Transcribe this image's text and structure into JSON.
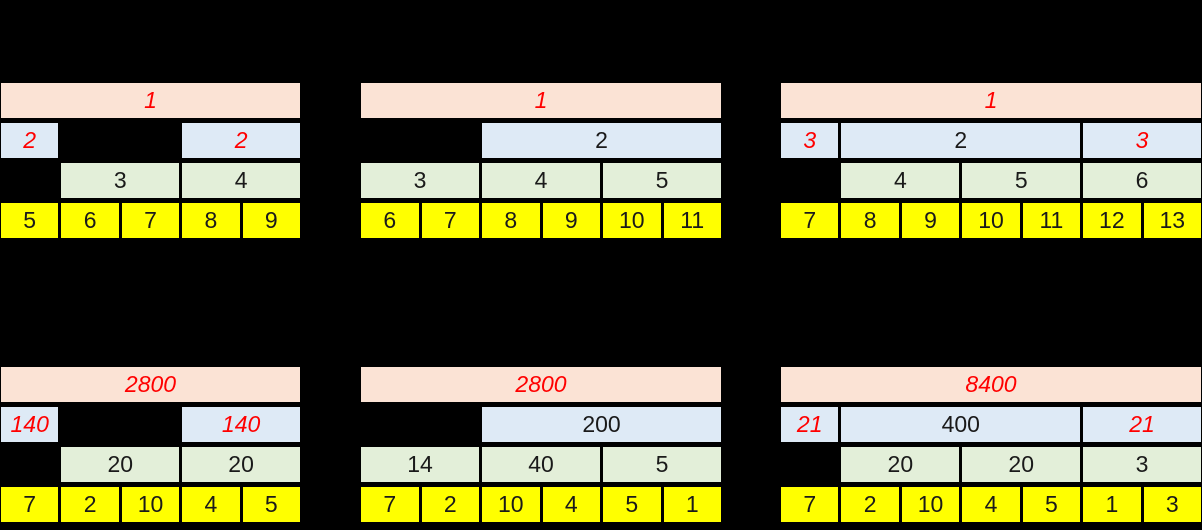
{
  "colors": {
    "pink": "#fbe3d5",
    "blue": "#deeaf6",
    "green": "#e3efd9",
    "yellow": "#ffff00",
    "black": "#000000",
    "red_text": "#ff0000",
    "dark_text": "#1a1a1a",
    "background": "#000000"
  },
  "tables": [
    {
      "name": "top-left",
      "columns": 5,
      "rows": [
        {
          "cells": [
            {
              "span": 5,
              "color": "pink",
              "text": "1",
              "red": true
            }
          ]
        },
        {
          "cells": [
            {
              "span": 1,
              "color": "blue",
              "text": "2",
              "red": true
            },
            {
              "span": 2,
              "color": "black",
              "text": ""
            },
            {
              "span": 2,
              "color": "blue",
              "text": "2",
              "red": true
            }
          ]
        },
        {
          "cells": [
            {
              "span": 1,
              "color": "black",
              "text": ""
            },
            {
              "span": 2,
              "color": "green",
              "text": "3"
            },
            {
              "span": 2,
              "color": "green",
              "text": "4"
            }
          ]
        },
        {
          "cells": [
            {
              "span": 1,
              "color": "yellow",
              "text": "5"
            },
            {
              "span": 1,
              "color": "yellow",
              "text": "6"
            },
            {
              "span": 1,
              "color": "yellow",
              "text": "7"
            },
            {
              "span": 1,
              "color": "yellow",
              "text": "8"
            },
            {
              "span": 1,
              "color": "yellow",
              "text": "9"
            }
          ]
        }
      ]
    },
    {
      "name": "top-middle",
      "columns": 6,
      "rows": [
        {
          "cells": [
            {
              "span": 6,
              "color": "pink",
              "text": "1",
              "red": true
            }
          ]
        },
        {
          "cells": [
            {
              "span": 2,
              "color": "black",
              "text": ""
            },
            {
              "span": 4,
              "color": "blue",
              "text": "2"
            }
          ]
        },
        {
          "cells": [
            {
              "span": 2,
              "color": "green",
              "text": "3"
            },
            {
              "span": 2,
              "color": "green",
              "text": "4"
            },
            {
              "span": 2,
              "color": "green",
              "text": "5"
            }
          ]
        },
        {
          "cells": [
            {
              "span": 1,
              "color": "yellow",
              "text": "6"
            },
            {
              "span": 1,
              "color": "yellow",
              "text": "7"
            },
            {
              "span": 1,
              "color": "yellow",
              "text": "8"
            },
            {
              "span": 1,
              "color": "yellow",
              "text": "9"
            },
            {
              "span": 1,
              "color": "yellow",
              "text": "10"
            },
            {
              "span": 1,
              "color": "yellow",
              "text": "11"
            }
          ]
        }
      ]
    },
    {
      "name": "top-right",
      "columns": 7,
      "rows": [
        {
          "cells": [
            {
              "span": 7,
              "color": "pink",
              "text": "1",
              "red": true
            }
          ]
        },
        {
          "cells": [
            {
              "span": 1,
              "color": "blue",
              "text": "3",
              "red": true
            },
            {
              "span": 4,
              "color": "blue",
              "text": "2"
            },
            {
              "span": 2,
              "color": "blue",
              "text": "3",
              "red": true
            }
          ]
        },
        {
          "cells": [
            {
              "span": 1,
              "color": "black",
              "text": ""
            },
            {
              "span": 2,
              "color": "green",
              "text": "4"
            },
            {
              "span": 2,
              "color": "green",
              "text": "5"
            },
            {
              "span": 2,
              "color": "green",
              "text": "6"
            }
          ]
        },
        {
          "cells": [
            {
              "span": 1,
              "color": "yellow",
              "text": "7"
            },
            {
              "span": 1,
              "color": "yellow",
              "text": "8"
            },
            {
              "span": 1,
              "color": "yellow",
              "text": "9"
            },
            {
              "span": 1,
              "color": "yellow",
              "text": "10"
            },
            {
              "span": 1,
              "color": "yellow",
              "text": "11"
            },
            {
              "span": 1,
              "color": "yellow",
              "text": "12"
            },
            {
              "span": 1,
              "color": "yellow",
              "text": "13"
            }
          ]
        }
      ]
    },
    {
      "name": "bottom-left",
      "columns": 5,
      "rows": [
        {
          "cells": [
            {
              "span": 5,
              "color": "pink",
              "text": "2800",
              "red": true
            }
          ]
        },
        {
          "cells": [
            {
              "span": 1,
              "color": "blue",
              "text": "140",
              "red": true
            },
            {
              "span": 2,
              "color": "black",
              "text": ""
            },
            {
              "span": 2,
              "color": "blue",
              "text": "140",
              "red": true
            }
          ]
        },
        {
          "cells": [
            {
              "span": 1,
              "color": "black",
              "text": ""
            },
            {
              "span": 2,
              "color": "green",
              "text": "20"
            },
            {
              "span": 2,
              "color": "green",
              "text": "20"
            }
          ]
        },
        {
          "cells": [
            {
              "span": 1,
              "color": "yellow",
              "text": "7"
            },
            {
              "span": 1,
              "color": "yellow",
              "text": "2"
            },
            {
              "span": 1,
              "color": "yellow",
              "text": "10"
            },
            {
              "span": 1,
              "color": "yellow",
              "text": "4"
            },
            {
              "span": 1,
              "color": "yellow",
              "text": "5"
            }
          ]
        }
      ]
    },
    {
      "name": "bottom-middle",
      "columns": 6,
      "rows": [
        {
          "cells": [
            {
              "span": 6,
              "color": "pink",
              "text": "2800",
              "red": true
            }
          ]
        },
        {
          "cells": [
            {
              "span": 2,
              "color": "black",
              "text": ""
            },
            {
              "span": 4,
              "color": "blue",
              "text": "200"
            }
          ]
        },
        {
          "cells": [
            {
              "span": 2,
              "color": "green",
              "text": "14"
            },
            {
              "span": 2,
              "color": "green",
              "text": "40"
            },
            {
              "span": 2,
              "color": "green",
              "text": "5"
            }
          ]
        },
        {
          "cells": [
            {
              "span": 1,
              "color": "yellow",
              "text": "7"
            },
            {
              "span": 1,
              "color": "yellow",
              "text": "2"
            },
            {
              "span": 1,
              "color": "yellow",
              "text": "10"
            },
            {
              "span": 1,
              "color": "yellow",
              "text": "4"
            },
            {
              "span": 1,
              "color": "yellow",
              "text": "5"
            },
            {
              "span": 1,
              "color": "yellow",
              "text": "1"
            }
          ]
        }
      ]
    },
    {
      "name": "bottom-right",
      "columns": 7,
      "rows": [
        {
          "cells": [
            {
              "span": 7,
              "color": "pink",
              "text": "8400",
              "red": true
            }
          ]
        },
        {
          "cells": [
            {
              "span": 1,
              "color": "blue",
              "text": "21",
              "red": true
            },
            {
              "span": 4,
              "color": "blue",
              "text": "400"
            },
            {
              "span": 2,
              "color": "blue",
              "text": "21",
              "red": true
            }
          ]
        },
        {
          "cells": [
            {
              "span": 1,
              "color": "black",
              "text": ""
            },
            {
              "span": 2,
              "color": "green",
              "text": "20"
            },
            {
              "span": 2,
              "color": "green",
              "text": "20"
            },
            {
              "span": 2,
              "color": "green",
              "text": "3"
            }
          ]
        },
        {
          "cells": [
            {
              "span": 1,
              "color": "yellow",
              "text": "7"
            },
            {
              "span": 1,
              "color": "yellow",
              "text": "2"
            },
            {
              "span": 1,
              "color": "yellow",
              "text": "10"
            },
            {
              "span": 1,
              "color": "yellow",
              "text": "4"
            },
            {
              "span": 1,
              "color": "yellow",
              "text": "5"
            },
            {
              "span": 1,
              "color": "yellow",
              "text": "1"
            },
            {
              "span": 1,
              "color": "yellow",
              "text": "3"
            }
          ]
        }
      ]
    }
  ]
}
